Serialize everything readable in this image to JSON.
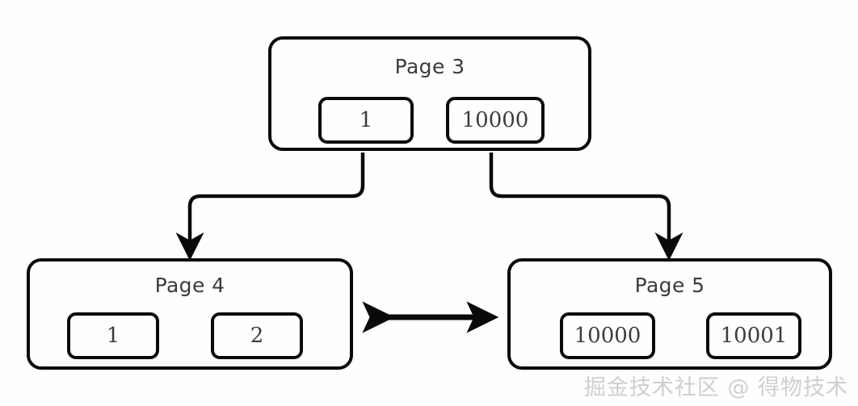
{
  "diagram": {
    "title": "B+ tree page split diagram",
    "background_color": "#fefefe",
    "stroke_color": "#0a0a0a",
    "text_color": "#3c3c3c",
    "watermark": "掘金技术社区 @ 得物技术"
  },
  "nodes": [
    {
      "id": "page-3",
      "label": "Page 3",
      "role": "root",
      "cells": [
        {
          "value": "1"
        },
        {
          "value": "10000"
        }
      ],
      "cell_link": "arrow-right"
    },
    {
      "id": "page-4",
      "label": "Page 4",
      "role": "leaf",
      "cells": [
        {
          "value": "1"
        },
        {
          "value": "2"
        }
      ],
      "cell_link": "arrow-right"
    },
    {
      "id": "page-5",
      "label": "Page 5",
      "role": "leaf",
      "cells": [
        {
          "value": "10000"
        },
        {
          "value": "10001"
        }
      ],
      "cell_link": "arrow-right"
    }
  ],
  "edges": [
    {
      "id": "edge-page3-cell1-to-page4",
      "from": "page-3.cell.1",
      "to": "page-4",
      "style": "elbow",
      "arrowhead": "end"
    },
    {
      "id": "edge-page3-cell10000-to-page5",
      "from": "page-3.cell.10000",
      "to": "page-5",
      "style": "elbow",
      "arrowhead": "end"
    },
    {
      "id": "edge-page4-page5-sibling",
      "from": "page-4",
      "to": "page-5",
      "style": "straight",
      "arrowhead": "both"
    }
  ]
}
